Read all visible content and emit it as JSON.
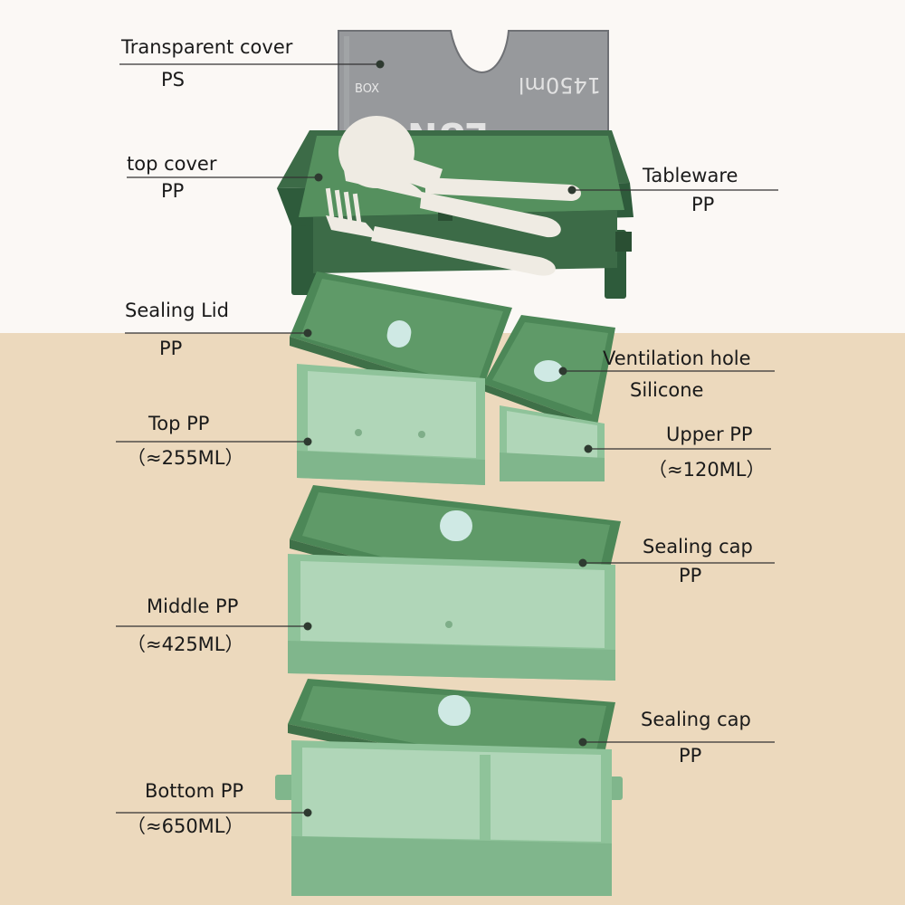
{
  "colors": {
    "background_top": "#fbf8f5",
    "background_bottom": "#ecd9bd",
    "dark_green": "#2e5b3b",
    "mid_green": "#55905e",
    "light_green": "#8fc39a",
    "pale_green": "#b8dcc0",
    "silicone": "#cfe9e4",
    "cover_grey": "#8e9094",
    "cutlery": "#efebe3",
    "line": "#333333"
  },
  "box": {
    "brand_lines": [
      "BOX",
      "LUNCH"
    ],
    "capacity": "1450ml"
  },
  "labels": {
    "transparent_cover": {
      "name": "Transparent cover",
      "material": "PS"
    },
    "top_cover": {
      "name": "top cover",
      "material": "PP"
    },
    "tableware": {
      "name": "Tableware",
      "material": "PP"
    },
    "sealing_lid": {
      "name": "Sealing Lid",
      "material": "PP"
    },
    "ventilation_hole": {
      "name": "Ventilation hole",
      "material": "Silicone"
    },
    "top_pp": {
      "name": "Top PP",
      "capacity": "（≈255ML）"
    },
    "upper_pp": {
      "name": "Upper PP",
      "capacity": "（≈120ML）"
    },
    "sealing_cap_1": {
      "name": "Sealing cap",
      "material": "PP"
    },
    "middle_pp": {
      "name": "Middle PP",
      "capacity": "（≈425ML）"
    },
    "sealing_cap_2": {
      "name": "Sealing cap",
      "material": "PP"
    },
    "bottom_pp": {
      "name": "Bottom PP",
      "capacity": "（≈650ML）"
    }
  }
}
